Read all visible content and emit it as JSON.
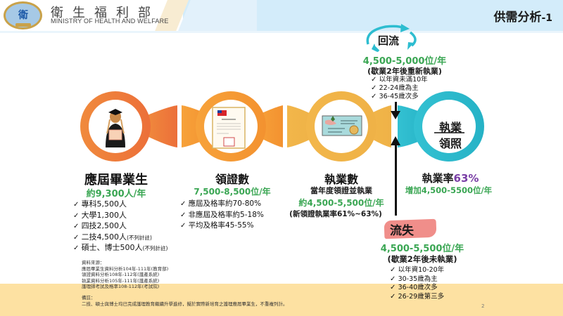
{
  "header": {
    "org_cn": "衛生福利部",
    "org_en": "MINISTRY OF HEALTH AND WELFARE",
    "title": "供需分析",
    "title_suffix": "-1",
    "logo_glyph": "衛"
  },
  "colors": {
    "header_bg": "#d3ecfa",
    "stage1": "#ee7b3a",
    "stage2": "#f79a32",
    "stage3": "#f0b64a",
    "stage4": "#2dbdd0",
    "green": "#3aa653",
    "purple": "#7a3fa6",
    "loss_highlight": "#f08e8a",
    "bottom_band": "#fde1a2"
  },
  "stages": [
    {
      "title": "應屆畢業生",
      "value": "約9,300人/年",
      "icon": "graduate-icon",
      "items": [
        {
          "text": "專科5,500人",
          "note": ""
        },
        {
          "text": "大學1,300人",
          "note": ""
        },
        {
          "text": "四技2,500人",
          "note": ""
        },
        {
          "text": "二技4,500人",
          "note": "(不列計註)"
        },
        {
          "text": "碩士、博士500人",
          "note": "(不列計註)"
        }
      ]
    },
    {
      "title": "領證數",
      "value": "7,500-8,500位/年",
      "icon": "license-certificate-icon",
      "items": [
        {
          "text": "應屆及格率約70-80%"
        },
        {
          "text": "非應屆及格率約5-18%"
        },
        {
          "text": "平均及格率45-55%"
        }
      ]
    },
    {
      "title": "執業數",
      "subtitle": "當年度領證並執業",
      "value": "約4,500-5,500位/年",
      "rate_note": "(新領證執業率61%~63%)",
      "icon": "practice-card-icon"
    },
    {
      "numerator": "執業",
      "denominator": "領照",
      "rate_label": "執業率",
      "rate_value": "63%",
      "increase": "增加4,500-5500位/年",
      "icon": "ratio-icon"
    }
  ],
  "return_flow": {
    "label": "回流",
    "value": "4,500-5,000位/年",
    "desc": "(歇業2年後重新執業)",
    "items": [
      "以年資未滿10年",
      "22-24歲為主",
      "36-45歲次多"
    ]
  },
  "loss_flow": {
    "label": "流失",
    "value": "4,500-5,500位/年",
    "desc": "(歇業2年後未執業)",
    "items": [
      "以年資10-20年",
      "30-35歲為主",
      "36-40歲次多",
      "26-29歲第三多"
    ]
  },
  "sources": {
    "heading": "資料來源：",
    "lines": [
      "應屆畢業生資料分析104年-111年(教育部)",
      "領證資料分析108年-112年(護產系統)",
      "執業資料分析105年-111年(護產系統)",
      "護理師考試及格率108-112年(考試院)"
    ]
  },
  "notes": {
    "heading": "備註：",
    "text": "二技、碩士與博士均已完成護理教育繼續升學進修，擬於實際新培育之護理應屆畢業生，不重複列計。"
  },
  "page_number": "2"
}
